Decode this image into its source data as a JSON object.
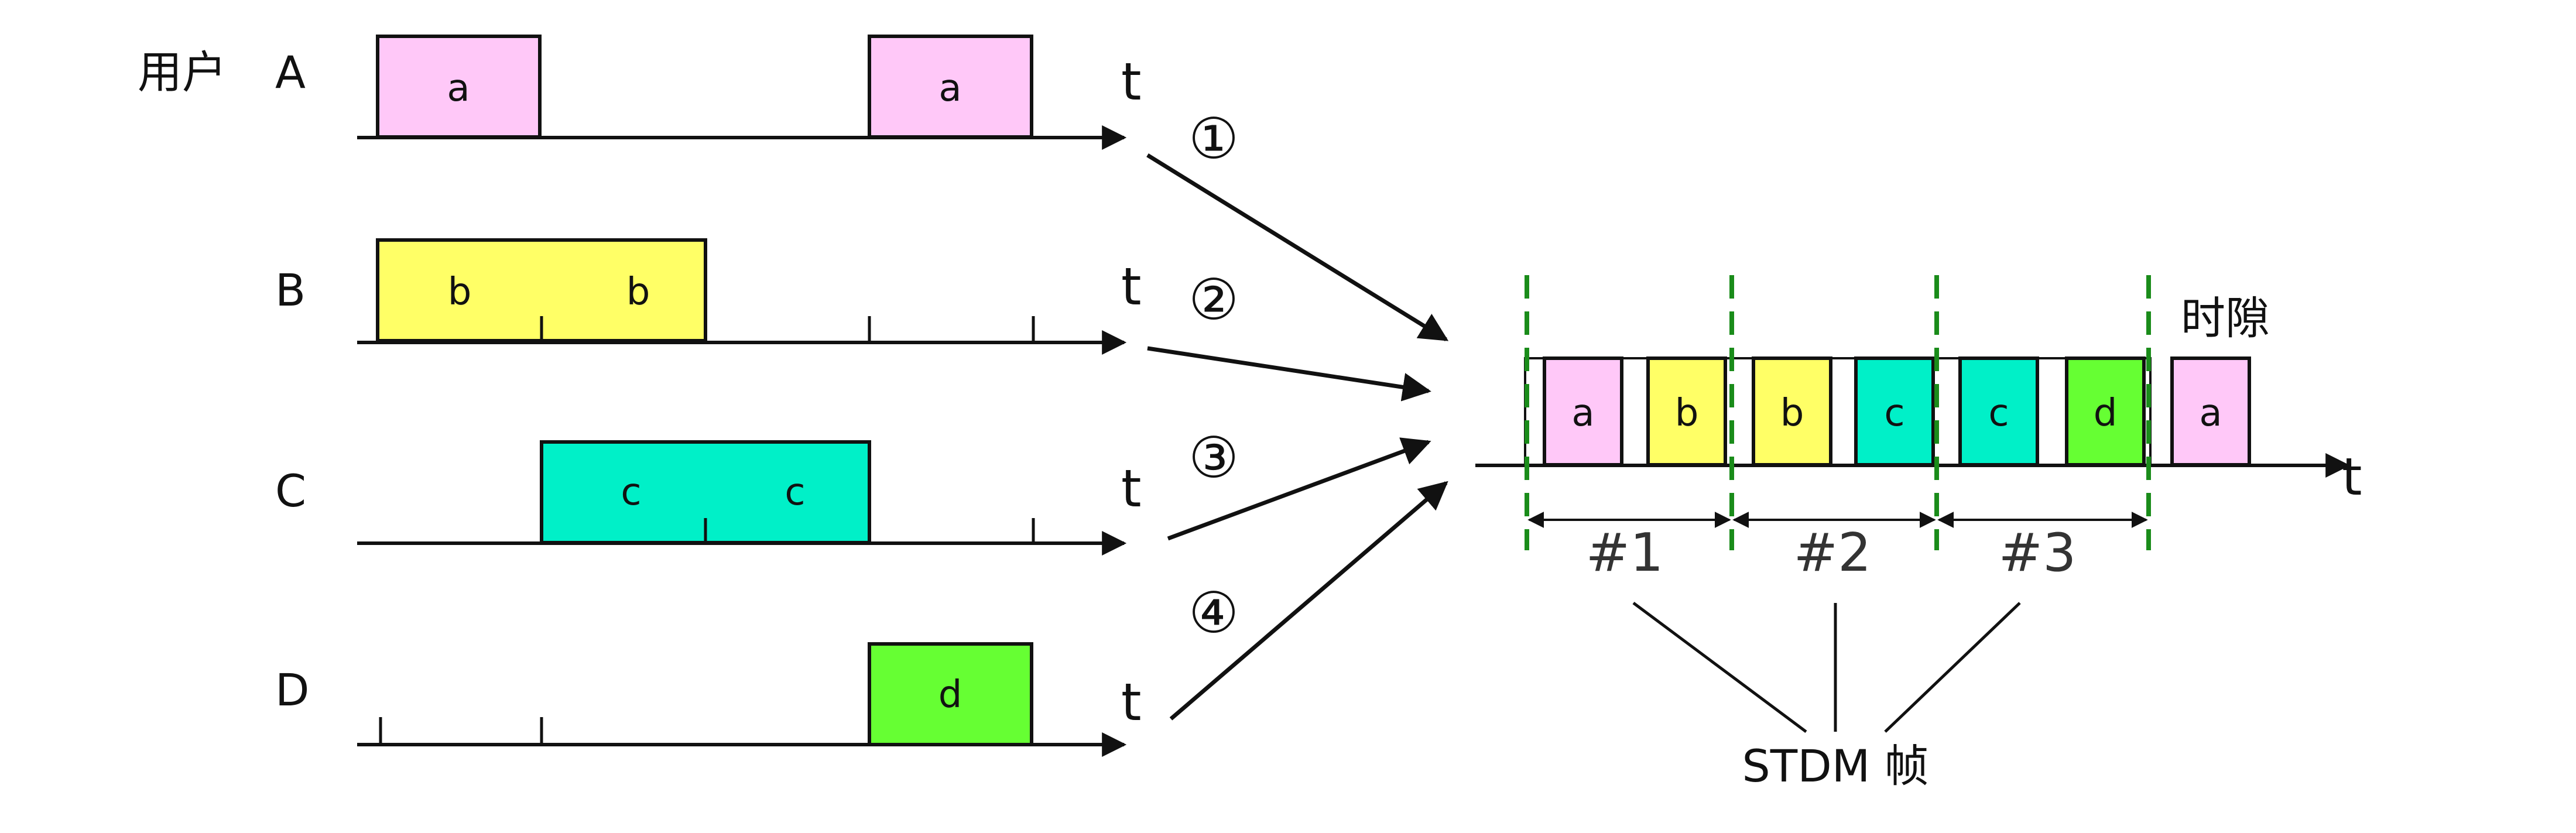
{
  "user_title": "用户",
  "axis_symbol": "t",
  "users": [
    {
      "name": "A",
      "slots": [
        "a",
        "a"
      ]
    },
    {
      "name": "B",
      "slots": [
        "b",
        "b"
      ]
    },
    {
      "name": "C",
      "slots": [
        "c",
        "c"
      ]
    },
    {
      "name": "D",
      "slots": [
        "d"
      ]
    }
  ],
  "channel_markers": [
    "①",
    "②",
    "③",
    "④"
  ],
  "time_slot_label": "时隙",
  "stdm_slots": [
    "a",
    "b",
    "b",
    "c",
    "c",
    "d",
    "a"
  ],
  "frame_labels": [
    "#1",
    "#2",
    "#3"
  ],
  "stdm_frame_label": "STDM 帧",
  "colors": {
    "a": "#ffc8f8",
    "b": "#ffff66",
    "c": "#00f0c8",
    "d": "#66ff33",
    "divider": "#1a8c1a"
  }
}
